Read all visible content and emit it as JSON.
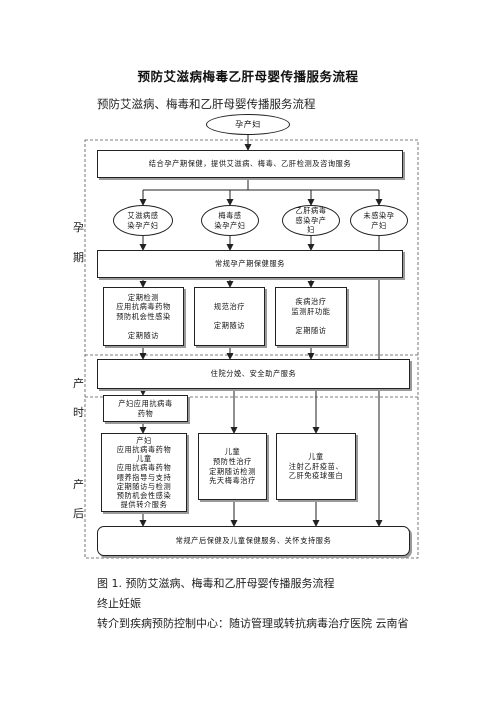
{
  "document": {
    "title": "预防艾滋病梅毒乙肝母婴传播服务流程",
    "subtitle": "预防艾滋病、梅毒和乙肝母婴传播服务流程",
    "figure_caption": "图 1. 预防艾滋病、梅毒和乙肝母婴传播服务流程",
    "line_1": "终止妊娠",
    "line_2": "转介到疾病预防控制中心：随访管理或转抗病毒治疗医院 云南省"
  },
  "flowchart": {
    "start": "孕产妇",
    "stage_labels": {
      "pregnancy": [
        "孕",
        "期"
      ],
      "delivery": [
        "产",
        "时"
      ],
      "postpartum": [
        "产",
        "后"
      ]
    },
    "combined_service": "结合孕产期保健，提供艾滋病、梅毒、乙肝检测及咨询服务",
    "groups": [
      "艾滋病感\n染孕产妇",
      "梅毒感\n染孕产妇",
      "乙肝病毒\n感染孕产\n妇",
      "未感染孕\n产妇"
    ],
    "routine_prenatal": "常规孕产期保健服务",
    "hiv_interventions": "定期检测\n应用抗病毒药物\n预防机会性感染\n\n定期随访",
    "syphilis_interventions": "规范治疗\n\n定期随访",
    "hbv_interventions": "疾病治疗\n监测肝功能\n\n定期随访",
    "safe_delivery": "住院分娩、安全助产服务",
    "maternal_arv": "产妇应用抗病毒\n药物",
    "postpartum_hiv": "产妇\n应用抗病毒药物\n儿童\n应用抗病毒药物\n喂养指导与支持\n定期随访与检测\n预防机会性感染\n提供转介服务",
    "postpartum_syphilis": "儿童\n预防性治疗\n定期随访检测\n先天梅毒治疗",
    "postpartum_hbv": "儿童\n注射乙肝疫苗、\n乙肝免疫球蛋白",
    "routine_postpartum": "常规产后保健及儿童保健服务、关怀支持服务"
  }
}
